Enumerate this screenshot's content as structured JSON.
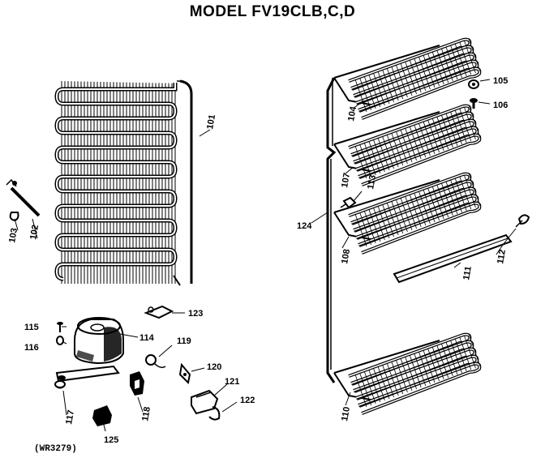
{
  "title": "MODEL FV19CLB,C,D",
  "reference_code": "(WR3279)",
  "parts": [
    {
      "id": "p101",
      "label": "101"
    },
    {
      "id": "p102",
      "label": "102"
    },
    {
      "id": "p103",
      "label": "103"
    },
    {
      "id": "p104",
      "label": "104"
    },
    {
      "id": "p105",
      "label": "105"
    },
    {
      "id": "p106",
      "label": "106"
    },
    {
      "id": "p107",
      "label": "107"
    },
    {
      "id": "p108",
      "label": "108"
    },
    {
      "id": "p110",
      "label": "110"
    },
    {
      "id": "p111",
      "label": "111"
    },
    {
      "id": "p112",
      "label": "112"
    },
    {
      "id": "p113",
      "label": "113"
    },
    {
      "id": "p114",
      "label": "114"
    },
    {
      "id": "p115",
      "label": "115"
    },
    {
      "id": "p116",
      "label": "116"
    },
    {
      "id": "p117",
      "label": "117"
    },
    {
      "id": "p118",
      "label": "118"
    },
    {
      "id": "p119",
      "label": "119"
    },
    {
      "id": "p120",
      "label": "120"
    },
    {
      "id": "p121",
      "label": "121"
    },
    {
      "id": "p122",
      "label": "122"
    },
    {
      "id": "p123",
      "label": "123"
    },
    {
      "id": "p124",
      "label": "124"
    },
    {
      "id": "p125",
      "label": "125"
    }
  ]
}
